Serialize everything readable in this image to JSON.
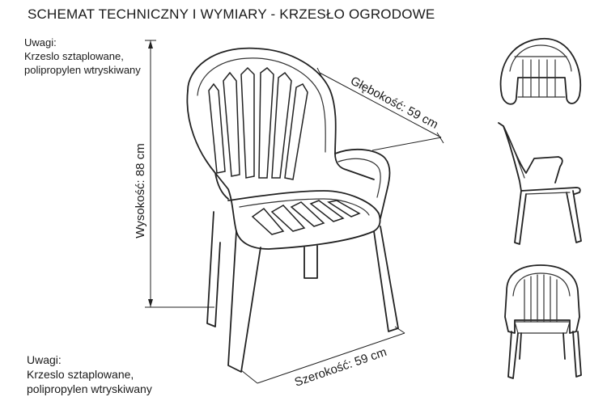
{
  "title": "SCHEMAT TECHNICZNY I WYMIARY - KRZESŁO OGRODOWE",
  "notes_top": {
    "heading": "Uwagi:",
    "line1": "Krzeslo sztaplowane,",
    "line2": "polipropylen wtryskiwany"
  },
  "notes_bottom": {
    "heading": "Uwagi:",
    "line1": "Krzeslo sztaplowane,",
    "line2": "polipropylen wtryskiwany"
  },
  "dimensions": {
    "height_label": "Wysokość: 88 cm",
    "depth_label": "Głębokość: 59 cm",
    "width_label": "Szerokość: 59 cm"
  }
}
